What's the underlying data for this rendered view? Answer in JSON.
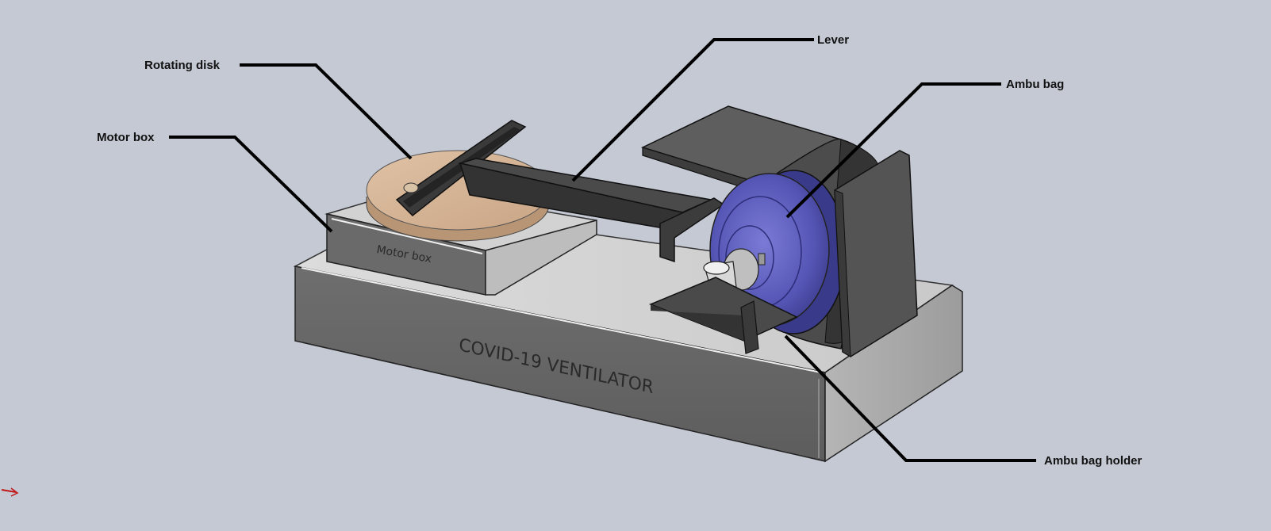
{
  "colors": {
    "background": "#c5c9d4",
    "ambu_bag": "#5a5ab8",
    "rotating_disk": "#d8b89a",
    "body_gray": "#7a7a7a",
    "callout_line": "#000000"
  },
  "labels": {
    "rotating_disk": "Rotating disk",
    "motor_box": "Motor box",
    "lever": "Lever",
    "ambu_bag": "Ambu bag",
    "ambu_bag_holder": "Ambu bag holder"
  },
  "engravings": {
    "motor_box": "Motor box",
    "base": "COVID-19 VENTILATOR"
  }
}
